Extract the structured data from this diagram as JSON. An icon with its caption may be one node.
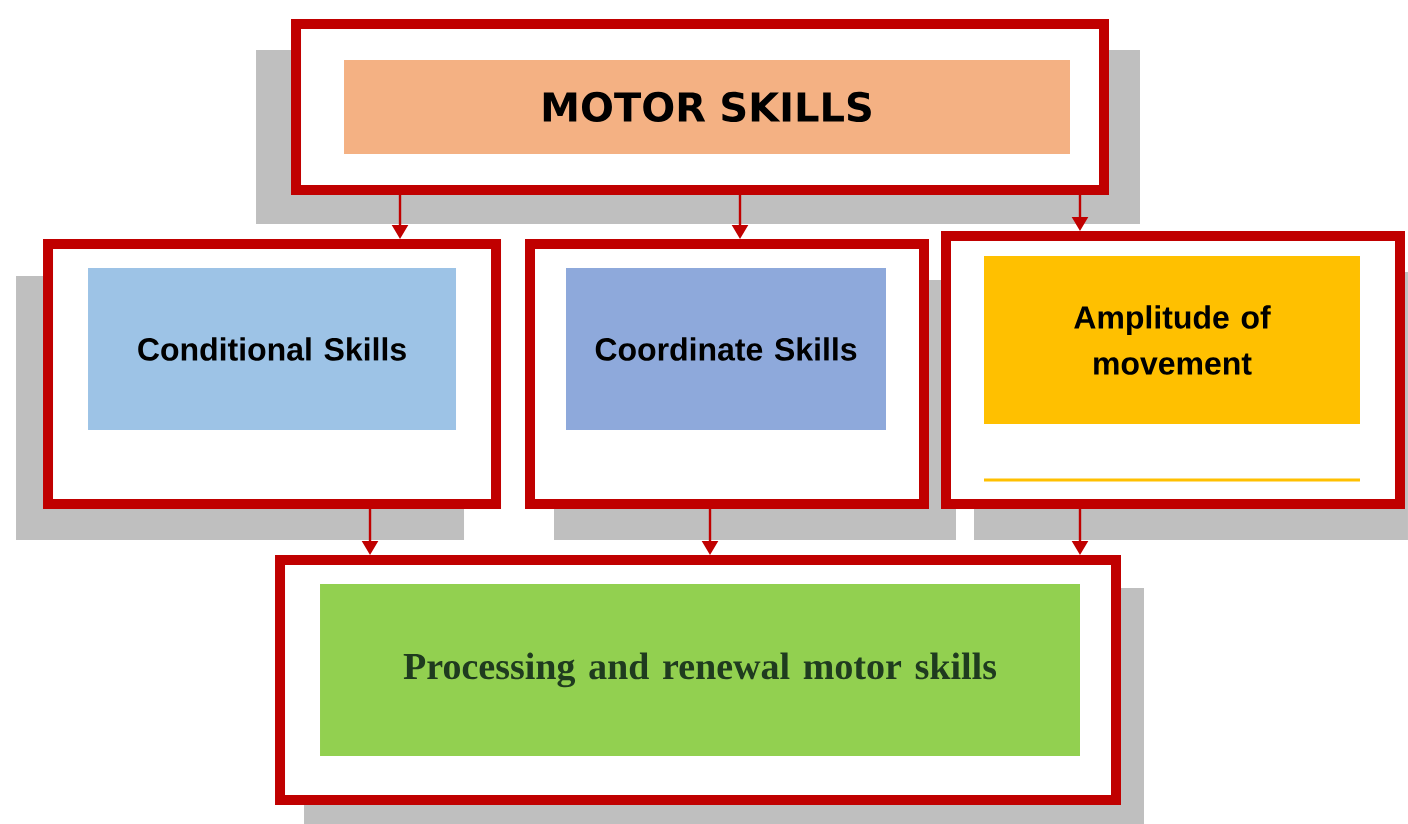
{
  "diagram": {
    "nodes": [
      {
        "text": [
          "MOTOR SKILLS"
        ]
      },
      {
        "text": [
          "Conditional Skills"
        ]
      },
      {
        "text": [
          "Coordinate Skills"
        ]
      },
      {
        "text": [
          "Amplitude of movement"
        ]
      },
      {
        "text": [
          "Processing and renewal motor skills"
        ]
      }
    ],
    "edges": [
      {
        "from": 0,
        "to": 1,
        "arrow": "to"
      },
      {
        "from": 0,
        "to": 2,
        "arrow": "to"
      },
      {
        "from": 0,
        "to": 3,
        "arrow": "to"
      },
      {
        "from": 1,
        "to": 4,
        "arrow": "to"
      },
      {
        "from": 2,
        "to": 4,
        "arrow": "to"
      },
      {
        "from": 3,
        "to": 4,
        "arrow": "to"
      }
    ]
  }
}
